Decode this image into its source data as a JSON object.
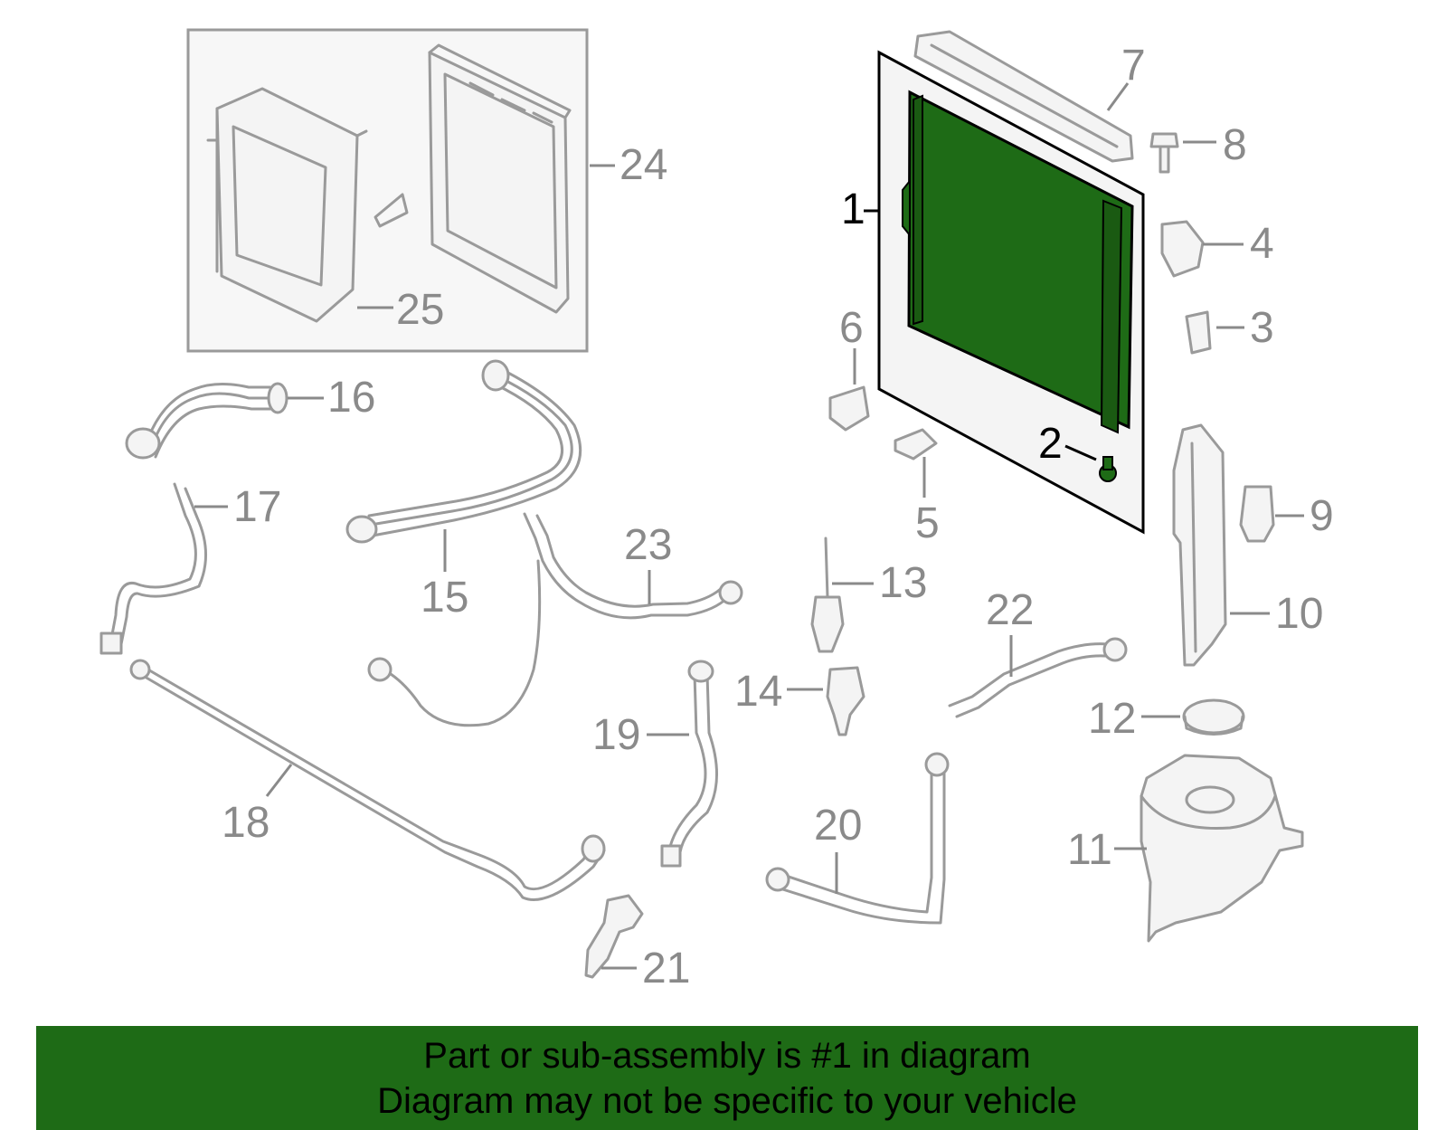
{
  "callouts": {
    "c1": "1",
    "c2": "2",
    "c3": "3",
    "c4": "4",
    "c5": "5",
    "c6": "6",
    "c7": "7",
    "c8": "8",
    "c9": "9",
    "c10": "10",
    "c11": "11",
    "c12": "12",
    "c13": "13",
    "c14": "14",
    "c15": "15",
    "c16": "16",
    "c17": "17",
    "c18": "18",
    "c19": "19",
    "c20": "20",
    "c21": "21",
    "c22": "22",
    "c23": "23",
    "c24": "24",
    "c25": "25"
  },
  "highlight": {
    "part_number": "1",
    "color": "#1e6b16"
  },
  "footer": {
    "line1": "Part or sub-assembly is #1 in diagram",
    "line2": "Diagram may not be specific to your vehicle"
  }
}
